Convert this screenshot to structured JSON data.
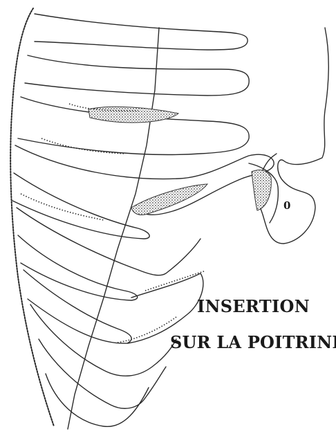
{
  "caption": {
    "line1": "INSERTION",
    "line2": "SUR LA POITRINE"
  },
  "marker_label": "0",
  "colors": {
    "ink": "#2a2a2a",
    "stipple": "#555555",
    "background": "#ffffff"
  },
  "icons": [
    "rib-cage-illustration",
    "tendon-insertion-stipple"
  ]
}
